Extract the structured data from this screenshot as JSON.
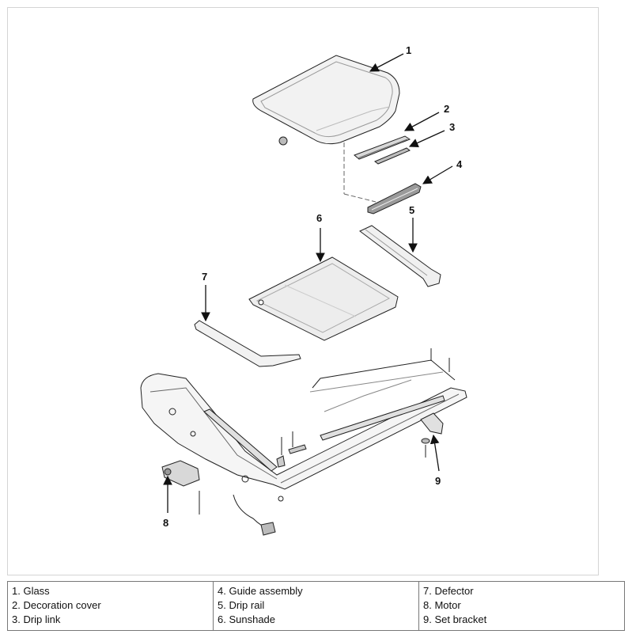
{
  "callouts": [
    "1",
    "2",
    "3",
    "4",
    "5",
    "6",
    "7",
    "8",
    "9"
  ],
  "legend": {
    "columns": [
      [
        "1. Glass",
        "2. Decoration cover",
        "3. Drip link"
      ],
      [
        "4. Guide assembly",
        "5. Drip rail",
        "6. Sunshade"
      ],
      [
        "7. Defector",
        "8. Motor",
        "9. Set bracket"
      ]
    ]
  },
  "colors": {
    "line": "#222222",
    "fill_light": "#f2f2f2",
    "fill_mid": "#d8d8d8",
    "fill_dark": "#9a9a9a"
  }
}
